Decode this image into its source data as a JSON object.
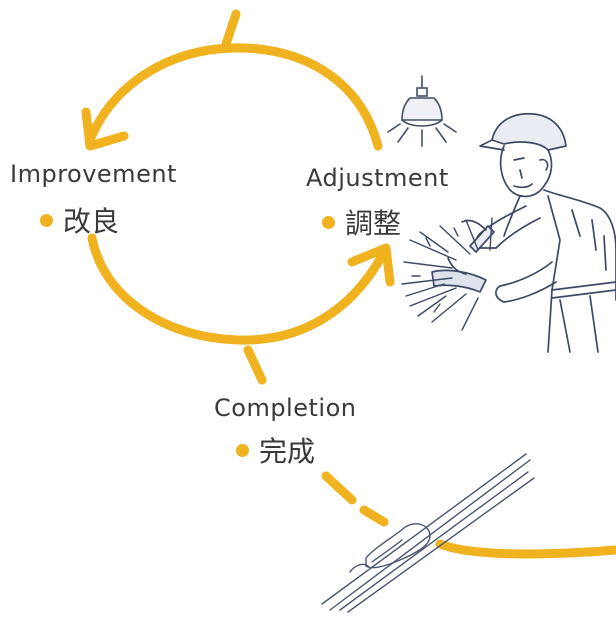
{
  "colors": {
    "accent": "#f0b21e",
    "ink": "#3a3a3a"
  },
  "stages": {
    "improvement": {
      "en": "Improvement",
      "jp": "改良"
    },
    "adjustment": {
      "en": "Adjustment",
      "jp": "調整"
    },
    "completion": {
      "en": "Completion",
      "jp": "完成"
    }
  },
  "illustrations": {
    "lamp": "hanging-lamp-icon",
    "craftsman": "craftsman-hammering-illustration",
    "product": "chopsticks-illustration"
  }
}
